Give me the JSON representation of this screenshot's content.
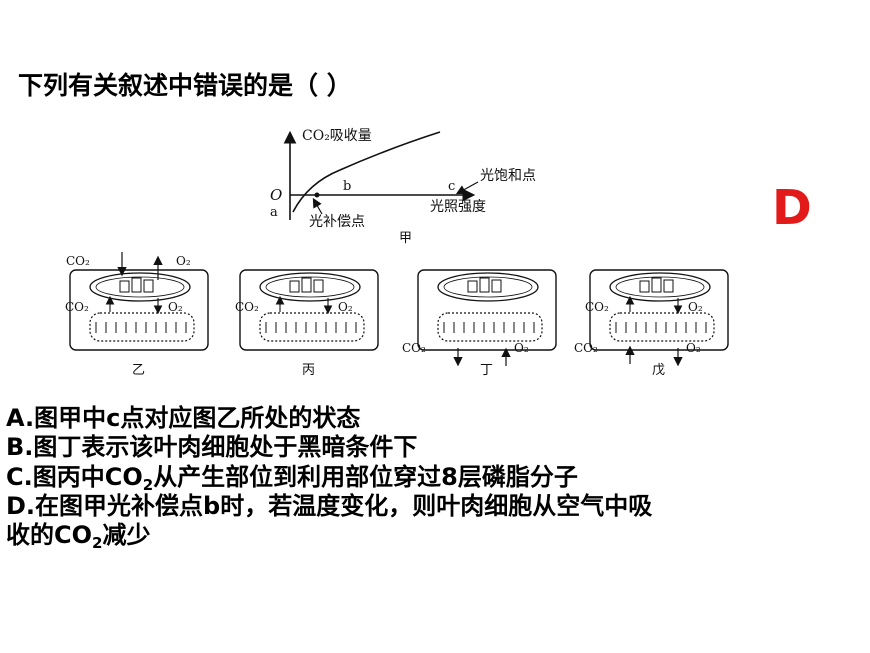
{
  "question": {
    "stem": "下列有关叙述中错误的是（      ）"
  },
  "answer": {
    "label": "D",
    "color": "#e31a1a"
  },
  "graph": {
    "y_label": "CO₂吸收量",
    "x_label": "光照强度",
    "origin": "O",
    "point_a": "a",
    "point_b": "b",
    "point_c": "c",
    "saturation_label": "光饱和点",
    "compensation_label": "光补偿点",
    "caption": "甲"
  },
  "cells": [
    {
      "caption": "乙",
      "co2": "CO₂",
      "o2": "O₂"
    },
    {
      "caption": "丙",
      "co2": "CO₂",
      "o2": "O₂"
    },
    {
      "caption": "丁",
      "co2": "CO₂",
      "o2": "O₂"
    },
    {
      "caption": "戊",
      "co2": "CO₂",
      "o2": "O₂"
    }
  ],
  "options": {
    "a": "A.图甲中c点对应图乙所处的状态",
    "b": "B.图丁表示该叶肉细胞处于黑暗条件下",
    "c_pre": "C.图丙中CO",
    "c_sub": "2",
    "c_post": "从产生部位到利用部位穿过8层磷脂分子",
    "d_line1": "D.在图甲光补偿点b时，若温度变化，则叶肉细胞从空气中吸",
    "d_pre": "收的CO",
    "d_sub": "2",
    "d_post": "减少"
  }
}
